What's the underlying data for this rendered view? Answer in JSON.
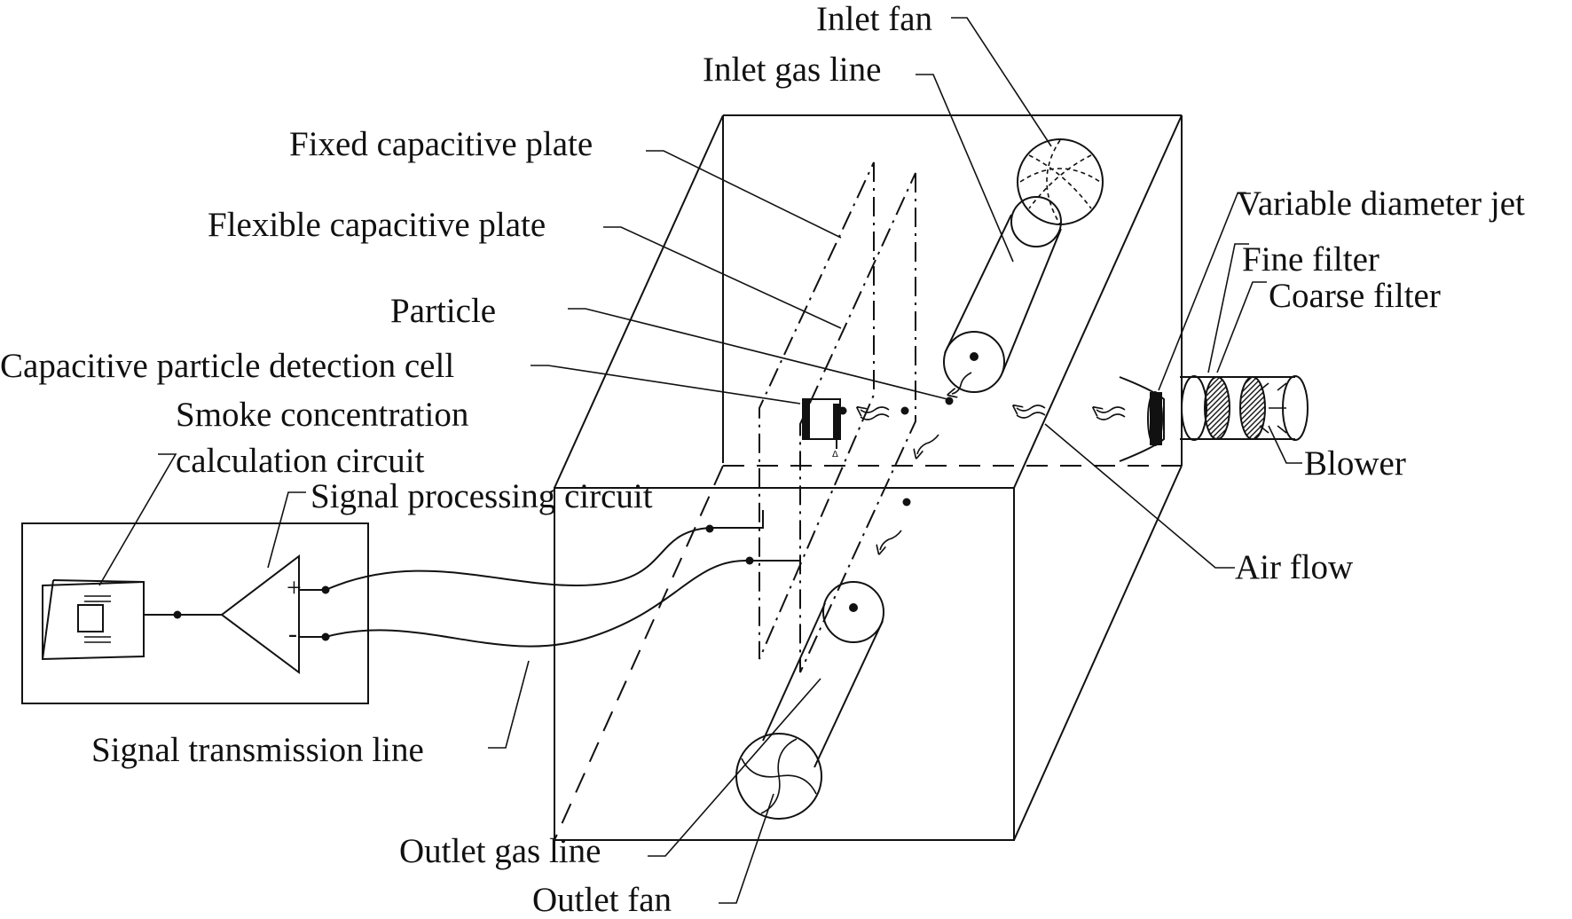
{
  "labels": {
    "inlet_fan": "Inlet fan",
    "inlet_gas_line": "Inlet gas line",
    "fixed_plate": "Fixed capacitive plate",
    "flexible_plate": "Flexible capacitive plate",
    "particle": "Particle",
    "detection_cell": "Capacitive particle detection cell",
    "smoke_line1": "Smoke concentration",
    "smoke_line2": "calculation circuit",
    "signal_processing": "Signal processing circuit",
    "signal_transmission": "Signal transmission line",
    "outlet_gas_line": "Outlet gas line",
    "outlet_fan": "Outlet fan",
    "variable_jet": "Variable diameter jet",
    "fine_filter": "Fine filter",
    "coarse_filter": "Coarse filter",
    "blower": "Blower",
    "air_flow": "Air flow",
    "plus_sign": "+",
    "minus_sign": "-"
  },
  "colors": {
    "ink": "#111111",
    "background": "#ffffff"
  }
}
